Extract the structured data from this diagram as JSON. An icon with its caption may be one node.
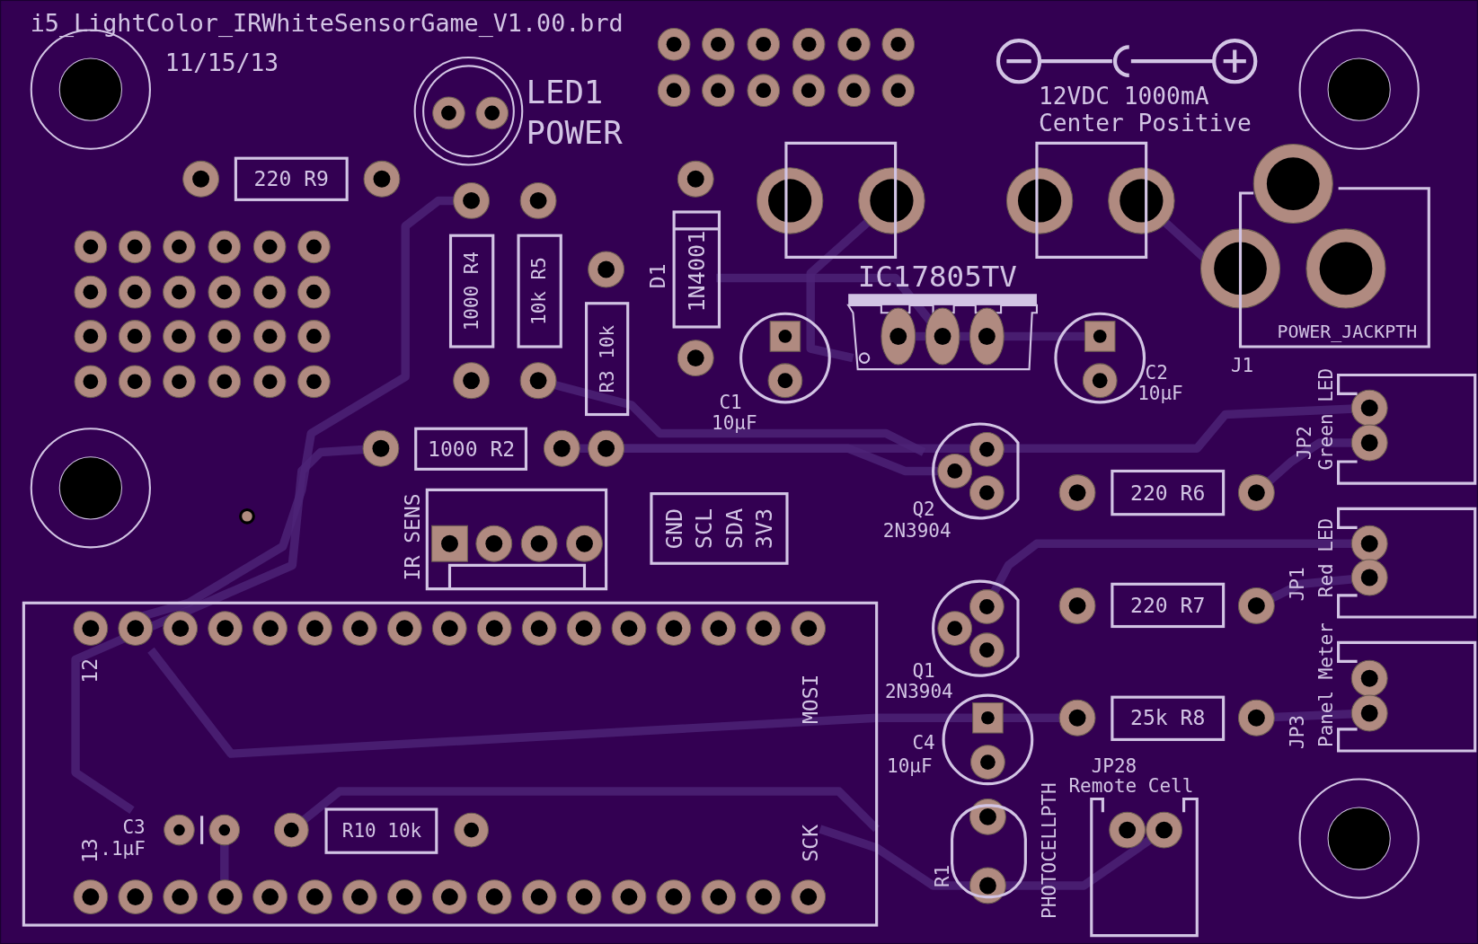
{
  "diagram": {
    "title": "i5_LightColor_IRWhiteSensorGame_V1.00.brd",
    "nodes": [
      {
        "text": [
          "220 R9"
        ]
      },
      {
        "text": [
          "1000 R4"
        ]
      },
      {
        "text": [
          "10k R5"
        ]
      },
      {
        "text": [
          "R3 10k"
        ]
      },
      {
        "text": [
          "1N4001"
        ],
        "beside": [
          "D1"
        ]
      },
      {
        "text": [
          "1000 R2"
        ]
      },
      {
        "text": [
          "GND SCL SDA 3V3"
        ]
      },
      {
        "text": [
          "220 R6"
        ]
      },
      {
        "text": [
          "220 R7"
        ]
      },
      {
        "text": [
          "25k R8"
        ]
      },
      {
        "text": [
          "12",
          "MOSI",
          "13",
          "SCK"
        ]
      },
      {
        "text": [
          "R10 10k"
        ],
        "in": 10
      }
    ],
    "labels": [
      "11/15/13",
      "LED1",
      "POWER",
      "12VDC 1000mA",
      "Center Positive",
      "IC1",
      "7805TV",
      "C1",
      "10µF",
      "C2",
      "10µF",
      "POWER_JACKPTH",
      "J1",
      "JP2",
      "Green LED",
      "JP1",
      "Red LED",
      "JP3",
      "Panel Meter",
      "IR SENS",
      "Q2",
      "2N3904",
      "Q1",
      "2N3904",
      "C4",
      "10µF",
      "JP28",
      "Remote Cell",
      "R1",
      "PHOTOCELLPTH",
      "C3",
      ".1µF"
    ]
  }
}
